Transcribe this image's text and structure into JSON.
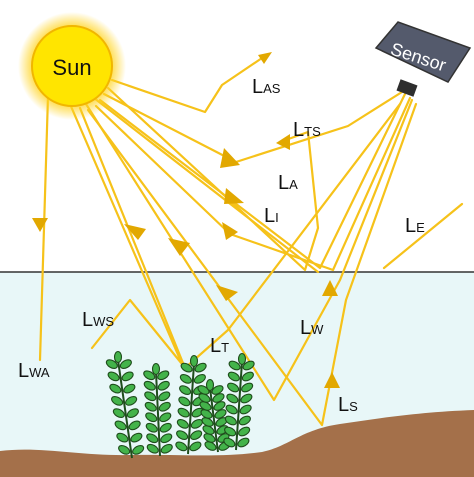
{
  "diagram": {
    "sun_label": "Sun",
    "sensor_label": "Sensor",
    "labels": {
      "las": {
        "main": "L",
        "sub": "AS"
      },
      "lts": {
        "main": "L",
        "sub": "TS"
      },
      "la": {
        "main": "L",
        "sub": "A"
      },
      "li": {
        "main": "L",
        "sub": "I"
      },
      "le": {
        "main": "L",
        "sub": "E"
      },
      "lws": {
        "main": "L",
        "sub": "WS"
      },
      "lt": {
        "main": "L",
        "sub": "T"
      },
      "lw": {
        "main": "L",
        "sub": "W"
      },
      "lwa": {
        "main": "L",
        "sub": "WA"
      },
      "ls": {
        "main": "L",
        "sub": "S"
      }
    },
    "colors": {
      "ray": "#f6c21a",
      "ray_dark": "#e2a800",
      "sun_core": "#ffe500",
      "sun_glow": "#ffd21c",
      "sensor_body": "#545a6c",
      "sensor_lens": "#2e2e2e",
      "water": "#e8f7f8",
      "water_line": "#333333",
      "soil": "#a4704a",
      "plant_leaf": "#43b34a",
      "plant_stem": "#1f4d1c"
    }
  }
}
